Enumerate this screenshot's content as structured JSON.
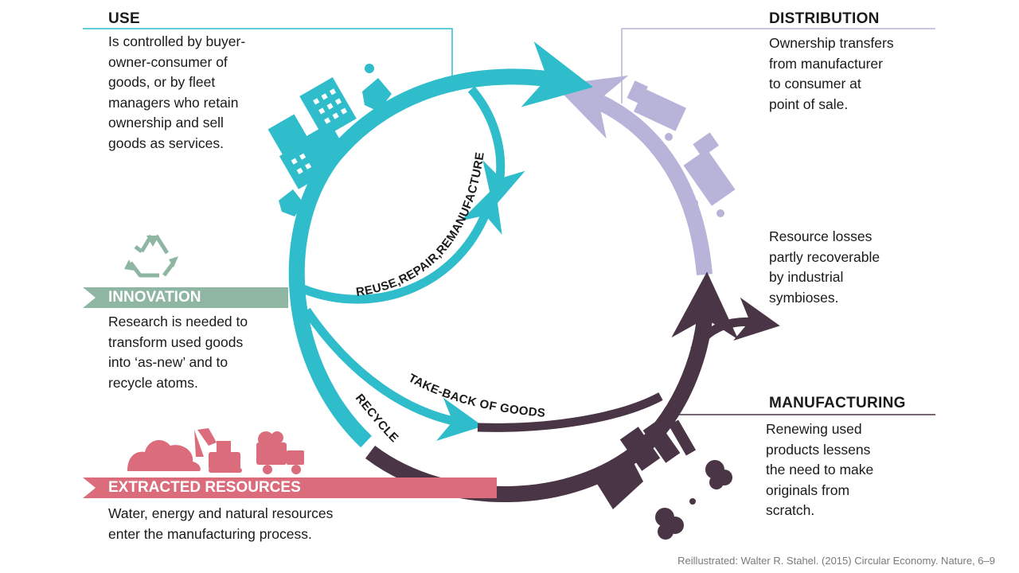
{
  "use": {
    "title": "USE",
    "text": "Is controlled by buyer-\nowner-consumer  of\ngoods, or by fleet\nmanagers who retain\nownership and sell\ngoods as services."
  },
  "distribution": {
    "title": "DISTRIBUTION",
    "text": "Ownership transfers\nfrom manufacturer\nto consumer  at\npoint of sale."
  },
  "losses": {
    "text": "Resource losses\npartly recoverable\nby industrial\nsymbioses."
  },
  "innovation": {
    "title": "INNOVATION",
    "text": "Research is needed to\ntransform used goods\ninto ‘as-new’  and to\nrecycle atoms."
  },
  "manufacturing": {
    "title": "MANUFACTURING",
    "text": "Renewing used\nproducts lessens\nthe need to make\noriginals from\nscratch."
  },
  "extracted": {
    "title": "EXTRACTED RESOURCES",
    "text": "Water, energy and natural resources\nenter the manufacturing process."
  },
  "loops": {
    "reuse": "REUSE,REPAIR,REMANUFACTURE",
    "takeback": "TAKE-BACK OF GOODS",
    "recycle": "RECYCLE"
  },
  "colors": {
    "teal": "#2fbccb",
    "lavender": "#b8b3d8",
    "plum": "#4a3546",
    "sage": "#8fb6a2",
    "rose": "#db6c7c"
  },
  "icons": [
    "buildings-icon",
    "trucks-icon",
    "recycle-icon",
    "factory-icon",
    "resource-piles-icon",
    "excavator-icon",
    "dump-truck-icon"
  ],
  "caption": "Reillustrated: Walter R. Stahel. (2015) Circular Economy. Nature, 6–9"
}
